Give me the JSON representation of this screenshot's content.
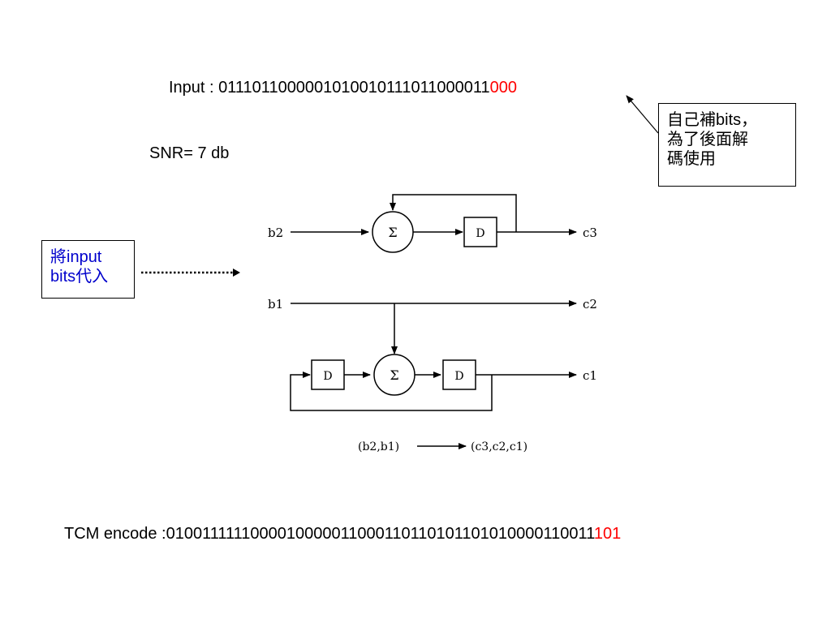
{
  "input_line": {
    "prefix": "Input : ",
    "bits_main": "0111011000001010010111011000011",
    "bits_padded": "000"
  },
  "snr": "SNR= 7  db",
  "note_padding": {
    "line1": "自己補bits，",
    "line2": "為了後面解",
    "line3": "碼使用"
  },
  "note_input": {
    "line1": "將input",
    "line2": "bits代入"
  },
  "encoder": {
    "inputs": [
      "b2",
      "b1"
    ],
    "outputs": [
      "c3",
      "c2",
      "c1"
    ],
    "delay_label": "D",
    "sum_symbol": "Σ",
    "mapping_left": "(b2,b1)",
    "mapping_right": "(c3,c2,c1)"
  },
  "tcm_line": {
    "prefix": "TCM encode :",
    "bits_main": "0100111111000010000011000110110101101010000110011",
    "bits_tail": "101"
  },
  "colors": {
    "highlight": "#ff0000",
    "note_blue": "#0000cc",
    "text": "#000000"
  }
}
